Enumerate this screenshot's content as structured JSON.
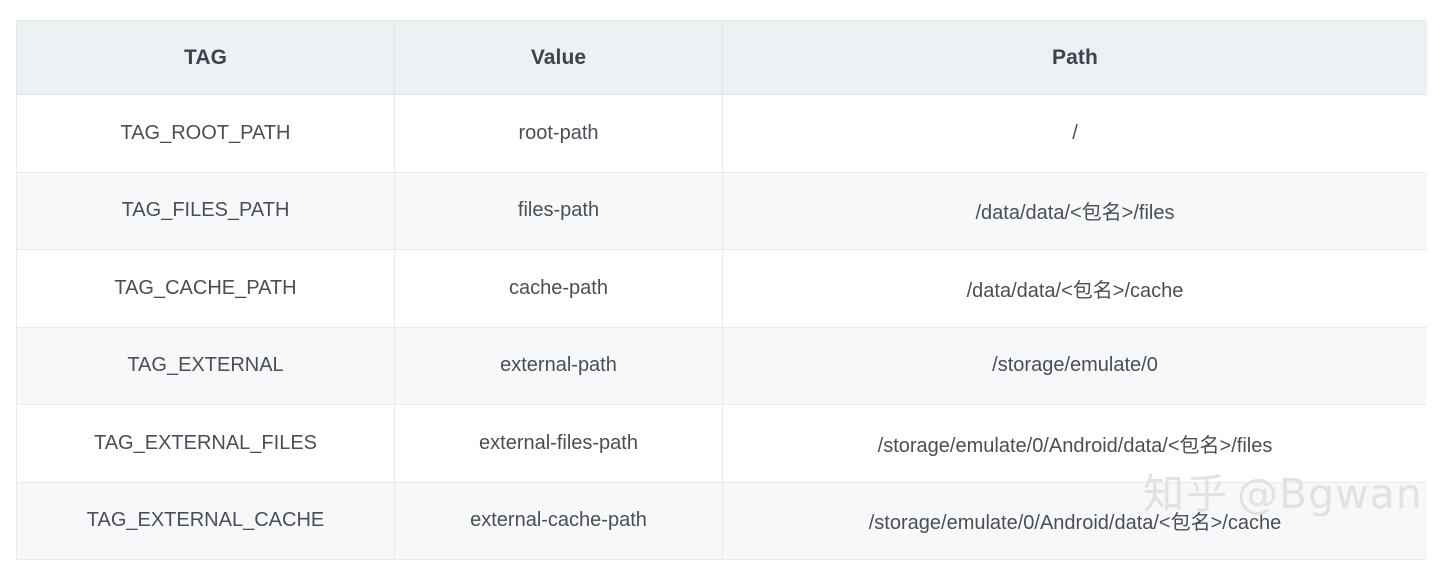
{
  "table": {
    "columns": [
      "TAG",
      "Value",
      "Path"
    ],
    "rows": [
      {
        "tag": "TAG_ROOT_PATH",
        "value": "root-path",
        "path": "/"
      },
      {
        "tag": "TAG_FILES_PATH",
        "value": "files-path",
        "path": "/data/data/<包名>/files"
      },
      {
        "tag": "TAG_CACHE_PATH",
        "value": "cache-path",
        "path": "/data/data/<包名>/cache"
      },
      {
        "tag": "TAG_EXTERNAL",
        "value": "external-path",
        "path": "/storage/emulate/0"
      },
      {
        "tag": "TAG_EXTERNAL_FILES",
        "value": "external-files-path",
        "path": "/storage/emulate/0/Android/data/<包名>/files"
      },
      {
        "tag": "TAG_EXTERNAL_CACHE",
        "value": "external-cache-path",
        "path": "/storage/emulate/0/Android/data/<包名>/cache"
      }
    ]
  },
  "watermark": {
    "site": "知乎",
    "handle": "@Bgwan"
  },
  "colors": {
    "header_bg": "#eef1f4",
    "alt_row_bg": "#f7f8f9",
    "row_bg": "#ffffff",
    "border": "#e8eaec",
    "header_text": "#3d4450",
    "body_text": "#4a4f56",
    "watermark_text": "#e2e2e2"
  }
}
